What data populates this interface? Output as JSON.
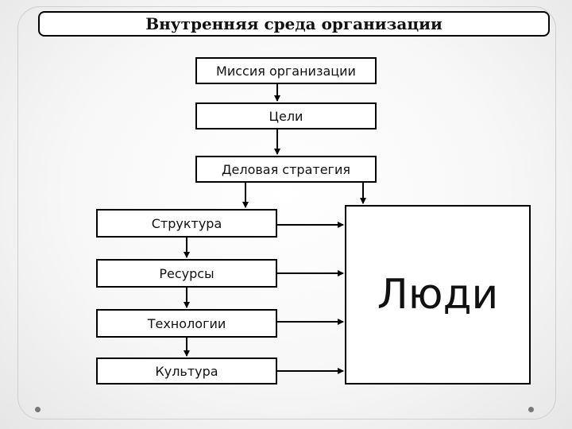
{
  "title": "Внутренняя среда организации",
  "boxes": {
    "mission": "Миссия организации",
    "goals": "Цели",
    "strategy": "Деловая стратегия",
    "structure": "Структура",
    "resources": "Ресурсы",
    "technologies": "Технологии",
    "culture": "Культура",
    "people": "Люди"
  },
  "colors": {
    "line": "#000000",
    "box_border": "#000000",
    "background": "#ffffff"
  }
}
